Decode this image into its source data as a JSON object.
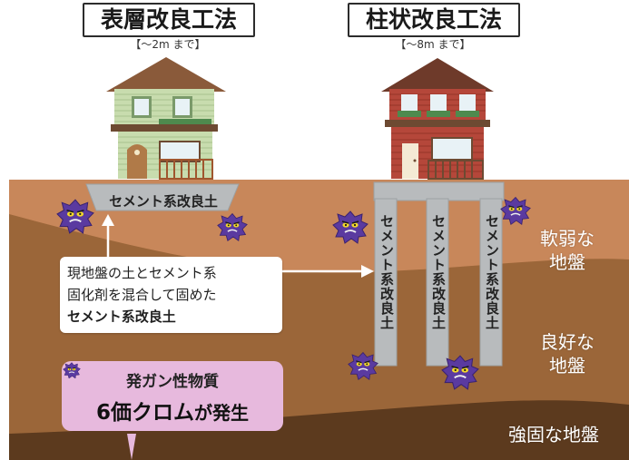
{
  "left": {
    "title": "表層改良工法",
    "range": "【～2m まで】",
    "pad_label": "セメント系改良土"
  },
  "right": {
    "title": "柱状改良工法",
    "range": "【～8m まで】",
    "column_labels": [
      "セメント系改良土",
      "セメント系改良土",
      "セメント系改良土"
    ]
  },
  "ground_layers": {
    "weak": "軟弱な\n地盤",
    "good": "良好な\n地盤",
    "strong": "強固な地盤"
  },
  "note": {
    "line1": "現地盤の土とセメント系",
    "line2": "固化剤を混合して固めた",
    "line3": "セメント系改良土"
  },
  "warning": {
    "line1": "発ガン性物質",
    "line2_prefix": "6価クロム",
    "line2_suffix": "が発生"
  },
  "colors": {
    "weak_soil": "#c8875a",
    "good_soil": "#9b6639",
    "strong_soil": "#5c3a1e",
    "cement": "#b8bbbd",
    "warning_bg": "#e7b9dd",
    "monster": "#5a3aa0"
  },
  "icons": [
    "chromium-monster-icon",
    "house-icon"
  ]
}
